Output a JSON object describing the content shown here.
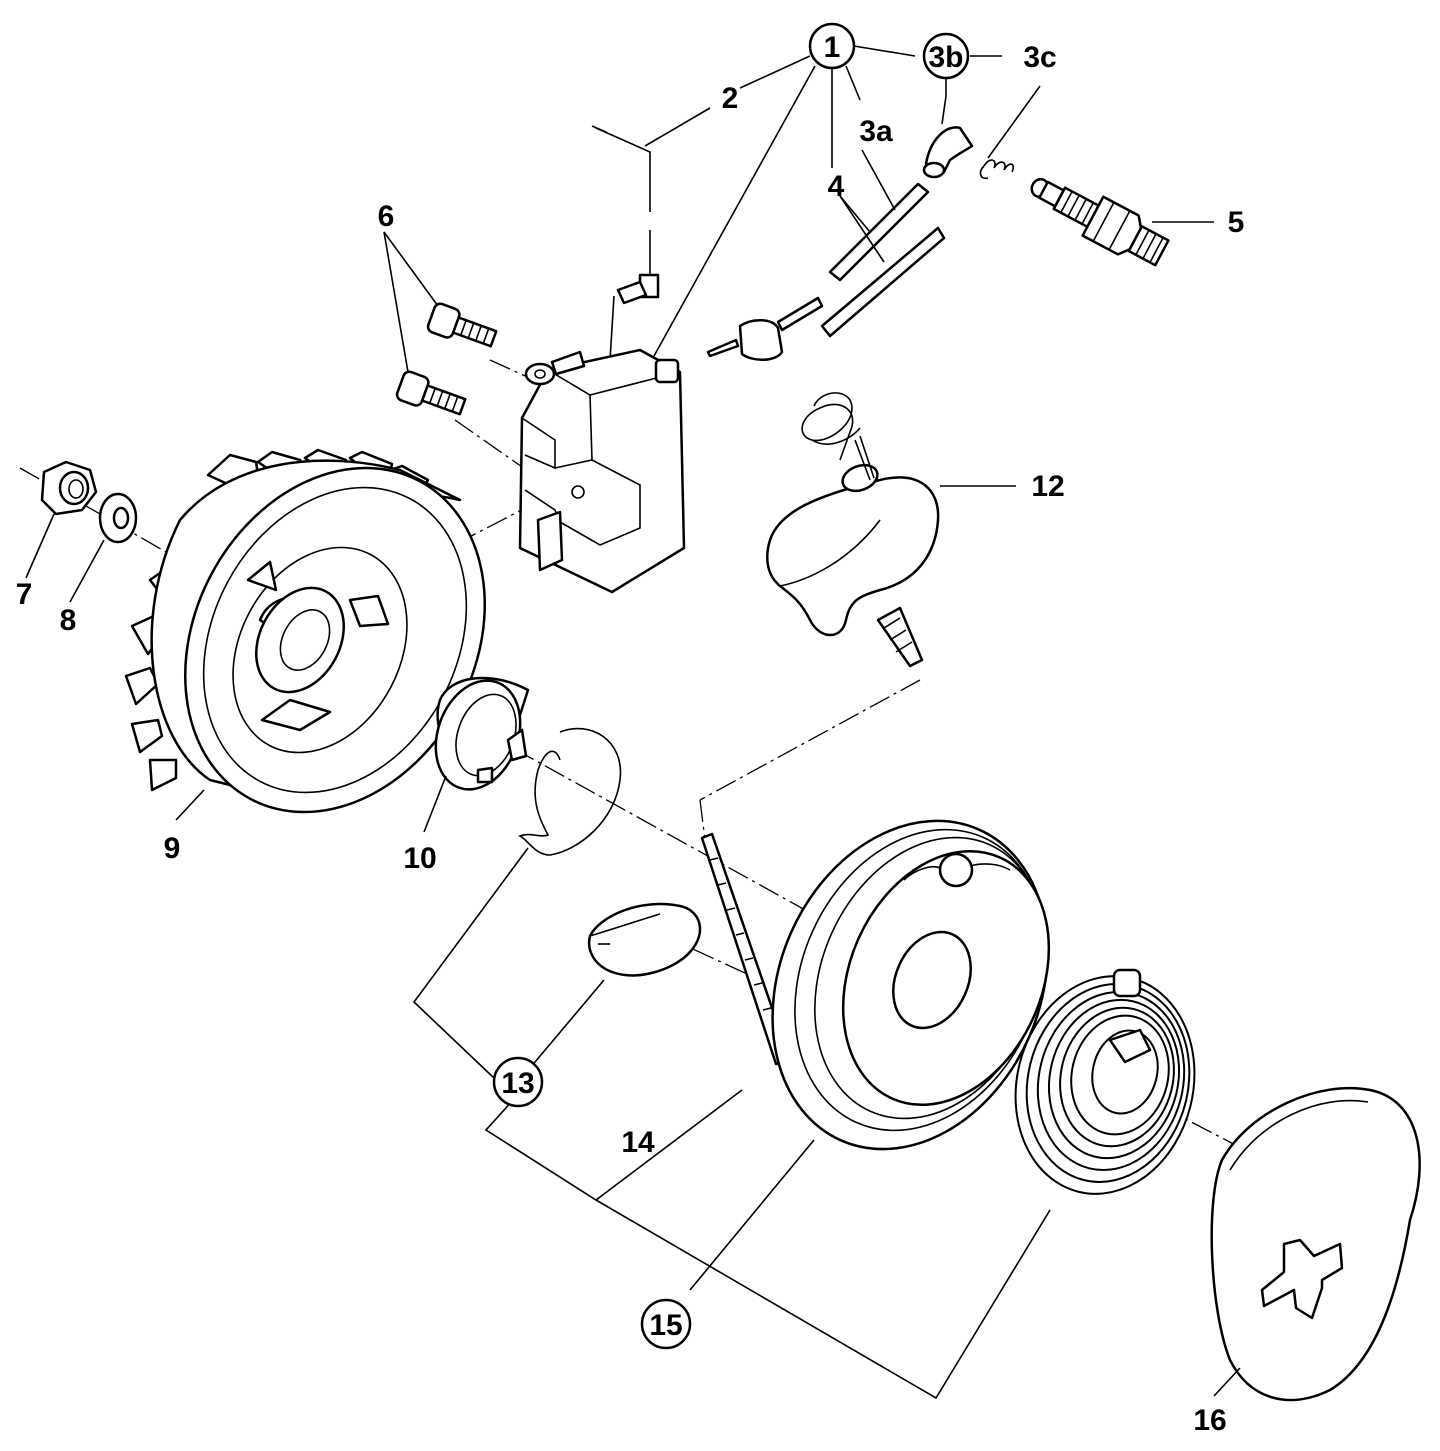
{
  "labels": {
    "p1": "1",
    "p2": "2",
    "p3a": "3a",
    "p3b": "3b",
    "p3c": "3c",
    "p4": "4",
    "p5": "5",
    "p6": "6",
    "p7": "7",
    "p8": "8",
    "p9": "9",
    "p10": "10",
    "p12": "12",
    "p13": "13",
    "p14": "14",
    "p15": "15",
    "p16": "16"
  },
  "colors": {
    "ink": "#000000",
    "paper": "#ffffff"
  }
}
